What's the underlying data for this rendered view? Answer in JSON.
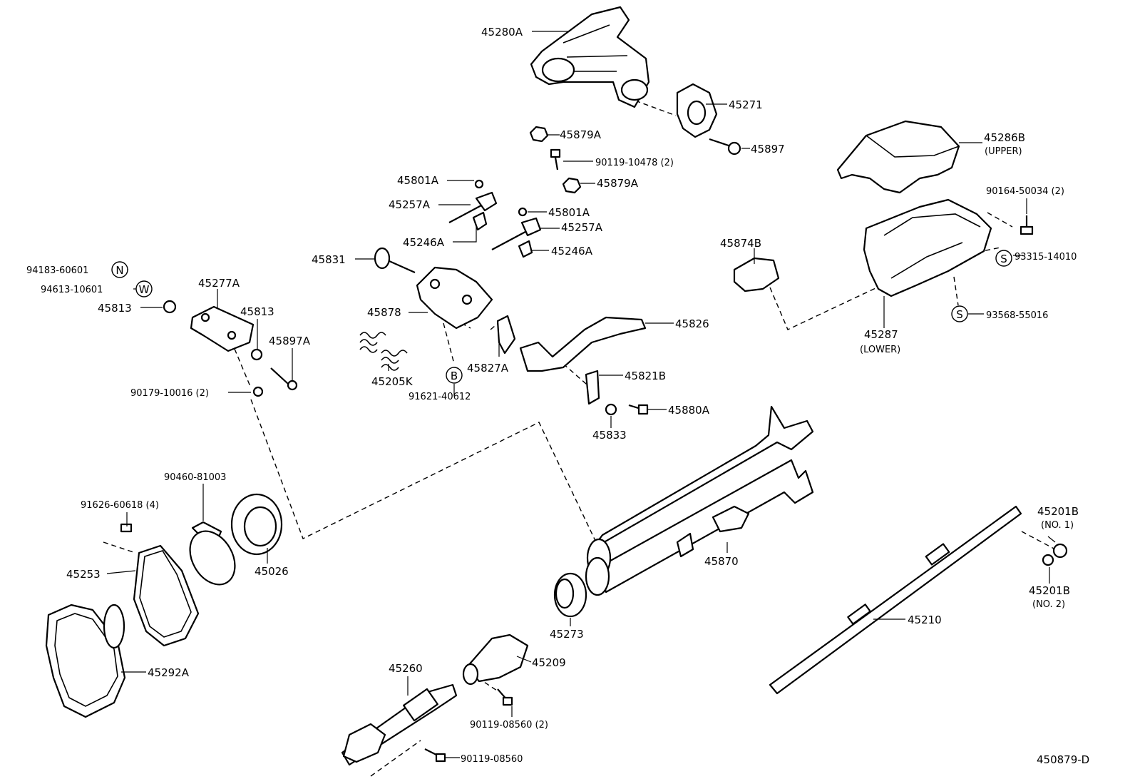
{
  "diagram_code": "450879-D",
  "labels": {
    "p45280A": "45280A",
    "p45271": "45271",
    "p45879A_1": "45879A",
    "p45897": "45897",
    "p90119_10478": "90119-10478 (2)",
    "p45879A_2": "45879A",
    "p45286B": "45286B",
    "p45286B_sub": "(UPPER)",
    "p45801A_1": "45801A",
    "p45257A_1": "45257A",
    "p45801A_2": "45801A",
    "p45257A_2": "45257A",
    "p45246A_1": "45246A",
    "p45246A_2": "45246A",
    "p90164_50034": "90164-50034 (2)",
    "p45874B": "45874B",
    "p93315_14010": "93315-14010",
    "p45831": "45831",
    "p94183_60601": "94183-60601",
    "p94613_10601": "94613-10601",
    "p45277A": "45277A",
    "p45813_1": "45813",
    "p45813_2": "45813",
    "p45878": "45878",
    "p45826": "45826",
    "p93568_55016": "93568-55016",
    "p45287": "45287",
    "p45287_sub": "(LOWER)",
    "p45897A": "45897A",
    "p45205K": "45205K",
    "p45827A": "45827A",
    "p45821B": "45821B",
    "p90179_10016": "90179-10016 (2)",
    "p91621_40612": "91621-40612",
    "p45880A": "45880A",
    "p45833": "45833",
    "p90460_81003": "90460-81003",
    "p91626_60618": "91626-60618 (4)",
    "p45201B_1": "45201B",
    "p45201B_1_sub": "(NO. 1)",
    "p45253": "45253",
    "p45026": "45026",
    "p45870": "45870",
    "p45201B_2": "45201B",
    "p45201B_2_sub": "(NO. 2)",
    "p45273": "45273",
    "p45210": "45210",
    "p45292A": "45292A",
    "p45260": "45260",
    "p45209": "45209",
    "p90119_08560_2": "90119-08560 (2)",
    "p90119_08560": "90119-08560"
  },
  "markers": {
    "N": "N",
    "W": "W",
    "S1": "S",
    "S2": "S",
    "B": "B"
  }
}
